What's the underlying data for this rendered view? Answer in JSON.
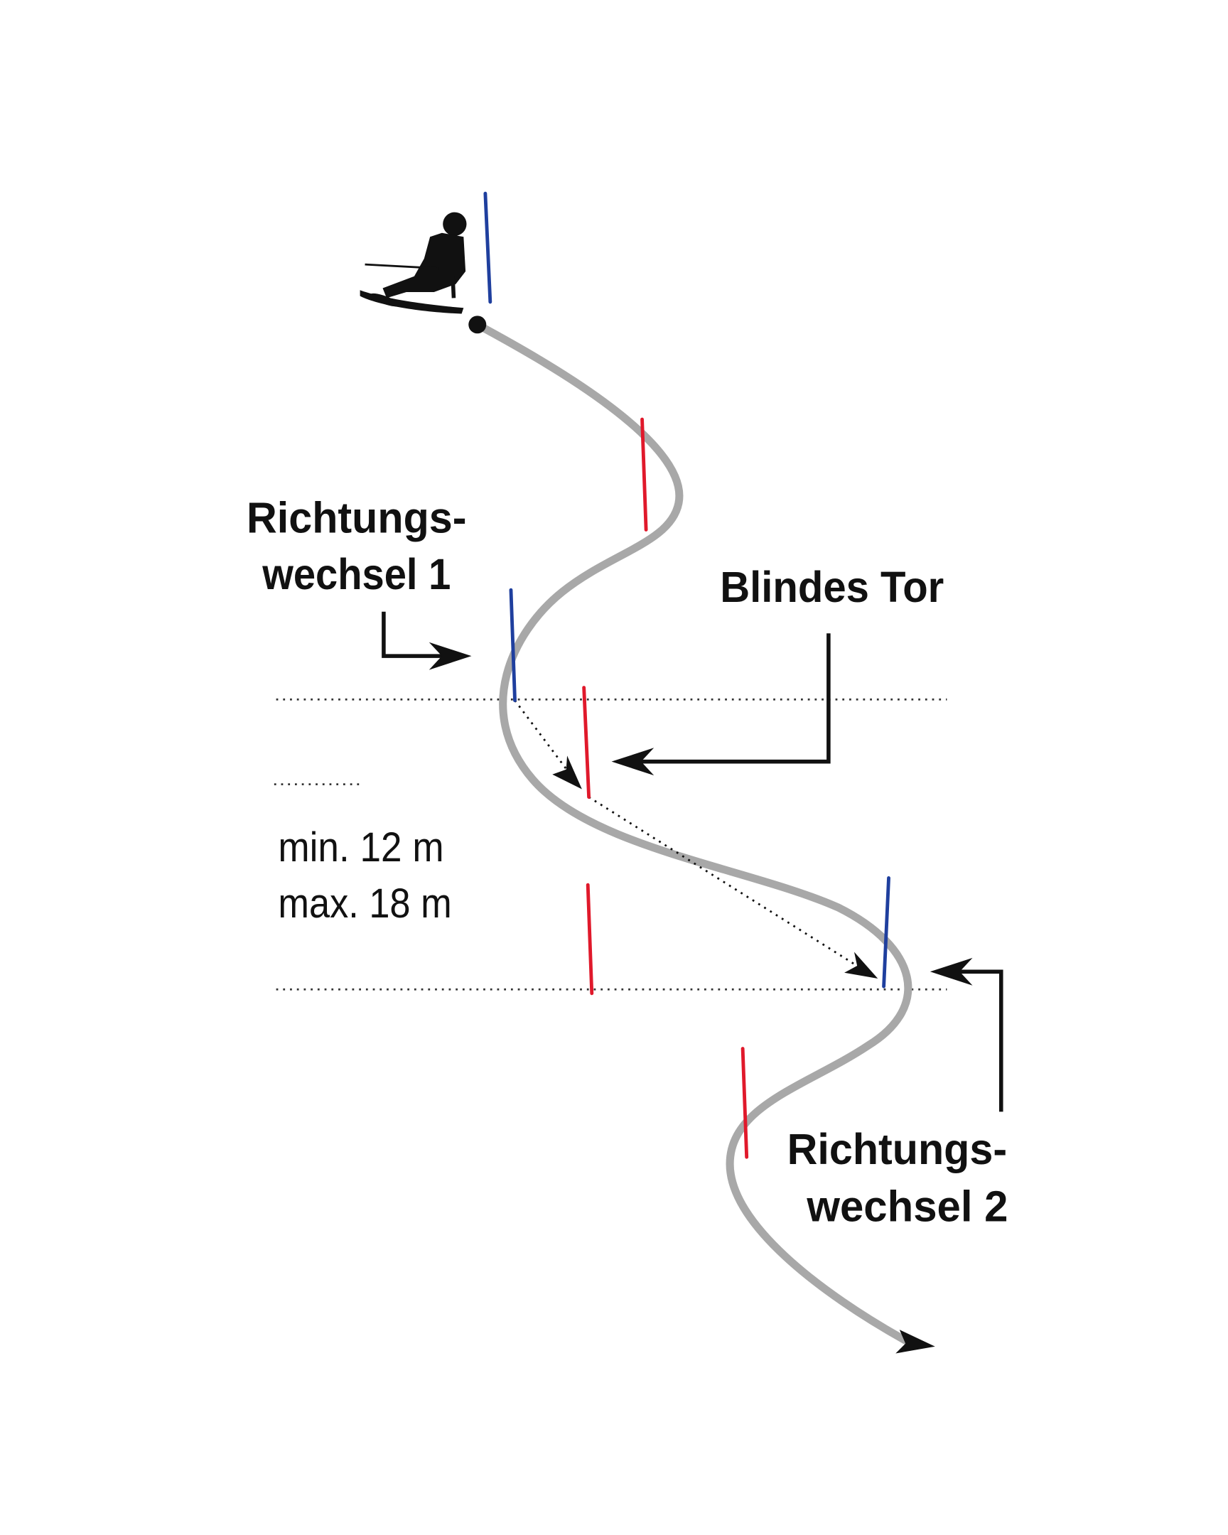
{
  "labels": {
    "change1_line1": "Richtungs-",
    "change1_line2": "wechsel 1",
    "blind_gate": "Blindes Tor",
    "distance_min": "min. 12 m",
    "distance_max": "max. 18 m",
    "change2_line1": "Richtungs-",
    "change2_line2": "wechsel 2"
  },
  "colors": {
    "blue_gate": "#1f3f9e",
    "red_gate": "#e0192b",
    "track": "#a8a8a8",
    "ink": "#111111"
  },
  "icons": [
    "skier-icon"
  ]
}
